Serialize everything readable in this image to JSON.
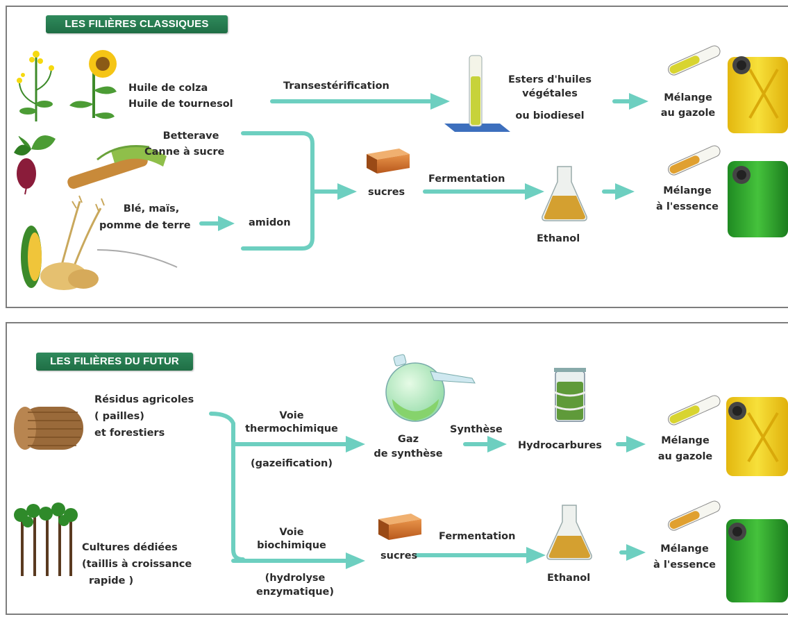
{
  "colors": {
    "arrow": "#6dcfc0",
    "banner": "#1f6e45",
    "text": "#2b2b2b",
    "yellow_can": "#f2d21a",
    "green_can": "#2ea82e"
  },
  "classic": {
    "banner": "LES FILIÈRES CLASSIQUES",
    "oils": [
      "Huile de colza",
      "Huile de tournesol"
    ],
    "transesterification": "Transestérification",
    "esters": [
      "Esters d'huiles",
      "végétales",
      "ou biodiesel"
    ],
    "mix_diesel": [
      "Mélange",
      "au gazole"
    ],
    "sugar_crops": [
      "Betterave",
      "Canne à sucre"
    ],
    "starch_crops": [
      "Blé, maïs,",
      "pomme de terre"
    ],
    "starch": "amidon",
    "sugars": "sucres",
    "fermentation": "Fermentation",
    "ethanol": "Ethanol",
    "mix_gasoline": [
      "Mélange",
      "à l'essence"
    ]
  },
  "future": {
    "banner": "LES FILIÈRES DU FUTUR",
    "residues": [
      "Résidus agricoles",
      "( pailles)",
      "et forestiers"
    ],
    "thermo": [
      "Voie",
      "thermochimique"
    ],
    "gasification": "(gazeification)",
    "syngas": [
      "Gaz",
      "de synthèse"
    ],
    "synthesis": "Synthèse",
    "hydrocarbons": "Hydrocarbures",
    "mix_diesel": [
      "Mélange",
      "au gazole"
    ],
    "crops": [
      "Cultures dédiées",
      "(taillis à croissance",
      "rapide )"
    ],
    "bio": [
      "Voie",
      "biochimique"
    ],
    "hydrolysis": [
      "(hydrolyse",
      "enzymatique)"
    ],
    "sugars": "sucres",
    "fermentation": "Fermentation",
    "ethanol": "Ethanol",
    "mix_gasoline": [
      "Mélange",
      "à l'essence"
    ]
  }
}
